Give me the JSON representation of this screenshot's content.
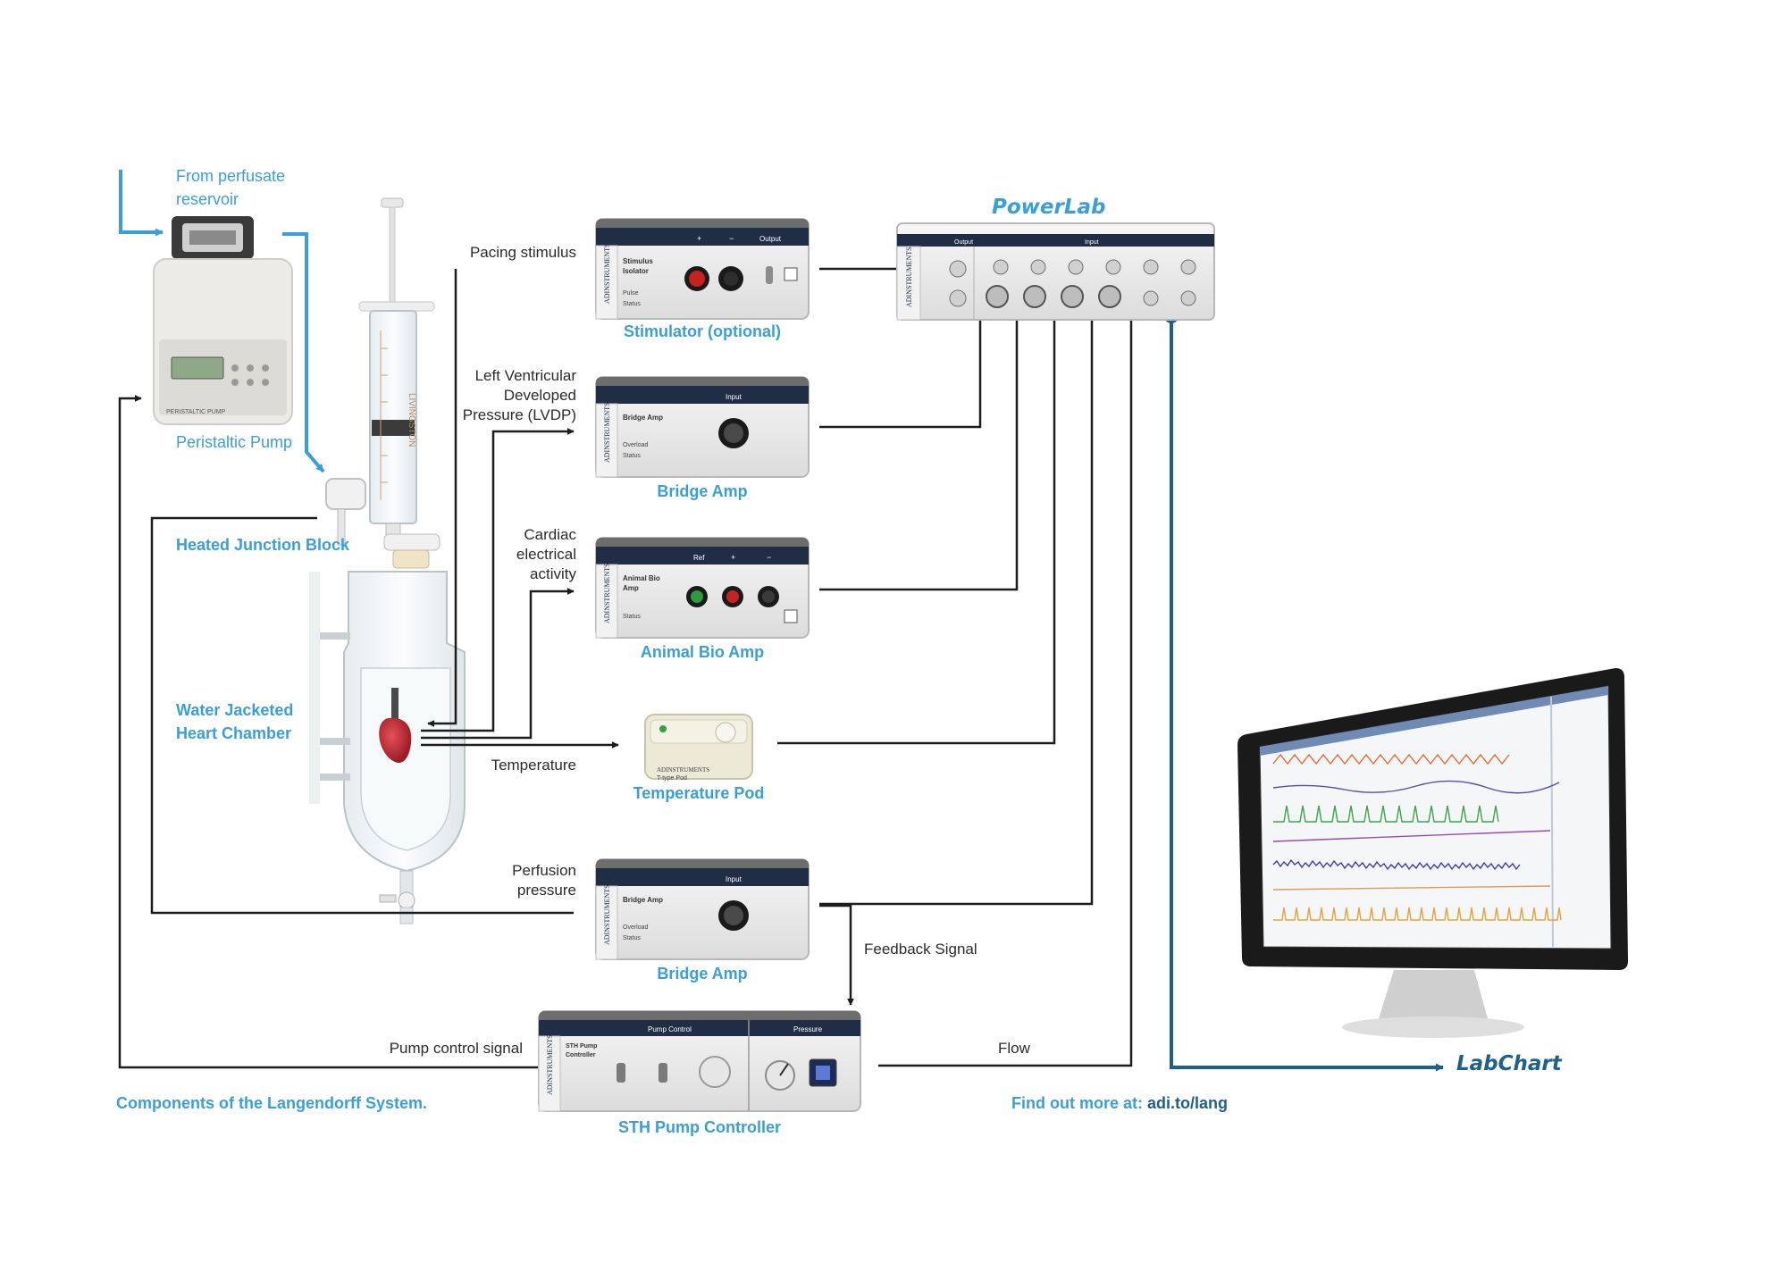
{
  "labels": {
    "from_reservoir": "From perfusate\nreservoir",
    "pacing_stimulus": "Pacing stimulus",
    "lvdp": "Left Ventricular\nDeveloped\nPressure (LVDP)",
    "cardiac": "Cardiac\nelectrical\nactivity",
    "temperature": "Temperature",
    "perfusion_pressure": "Perfusion\npressure",
    "feedback_signal": "Feedback Signal",
    "pump_control_signal": "Pump control signal",
    "flow": "Flow"
  },
  "components": {
    "peristaltic_pump": "Peristaltic Pump",
    "heated_junction_block": "Heated Junction Block",
    "heart_chamber": "Water Jacketed\nHeart Chamber",
    "stimulator": "Stimulator (optional)",
    "bridge_amp_1": "Bridge Amp",
    "animal_bio_amp": "Animal Bio Amp",
    "temperature_pod": "Temperature Pod",
    "bridge_amp_2": "Bridge Amp",
    "sth_pump_controller": "STH Pump Controller"
  },
  "brands": {
    "powerlab": "PowerLab",
    "labchart": "LabChart"
  },
  "footer": {
    "components_caption": "Components of the Langendorff System.",
    "find_out_prefix": "Find out more at: ",
    "find_out_link": "adi.to/lang"
  },
  "device_text": {
    "pump_panel": "PERISTALTIC PUMP",
    "stim_name": "Stimulus\nIsolator",
    "stim_plus": "+",
    "stim_minus": "−",
    "stim_output": "Output",
    "bridge_name": "Bridge Amp",
    "bridge_input": "Input",
    "bio_name": "Animal Bio\nAmp",
    "bio_ref": "Ref",
    "bio_plus": "+",
    "bio_minus": "−",
    "status": "Status",
    "overload": "Overload",
    "pulse": "Pulse",
    "pod_brand": "ADINSTRUMENTS",
    "pod_name": "T-type Pod",
    "adi_side": "ADINSTRUMENTS",
    "sth_name": "STH Pump\nController",
    "sth_pump_control": "Pump Control",
    "sth_pressure": "Pressure",
    "powerlab_output": "Output",
    "powerlab_input": "Input",
    "syringe_brand": "LIVINGSTON"
  },
  "colors": {
    "accent_blue": "#3a9fd6",
    "dark_blue": "#1f5f8b",
    "line": "#1c1c1c"
  }
}
